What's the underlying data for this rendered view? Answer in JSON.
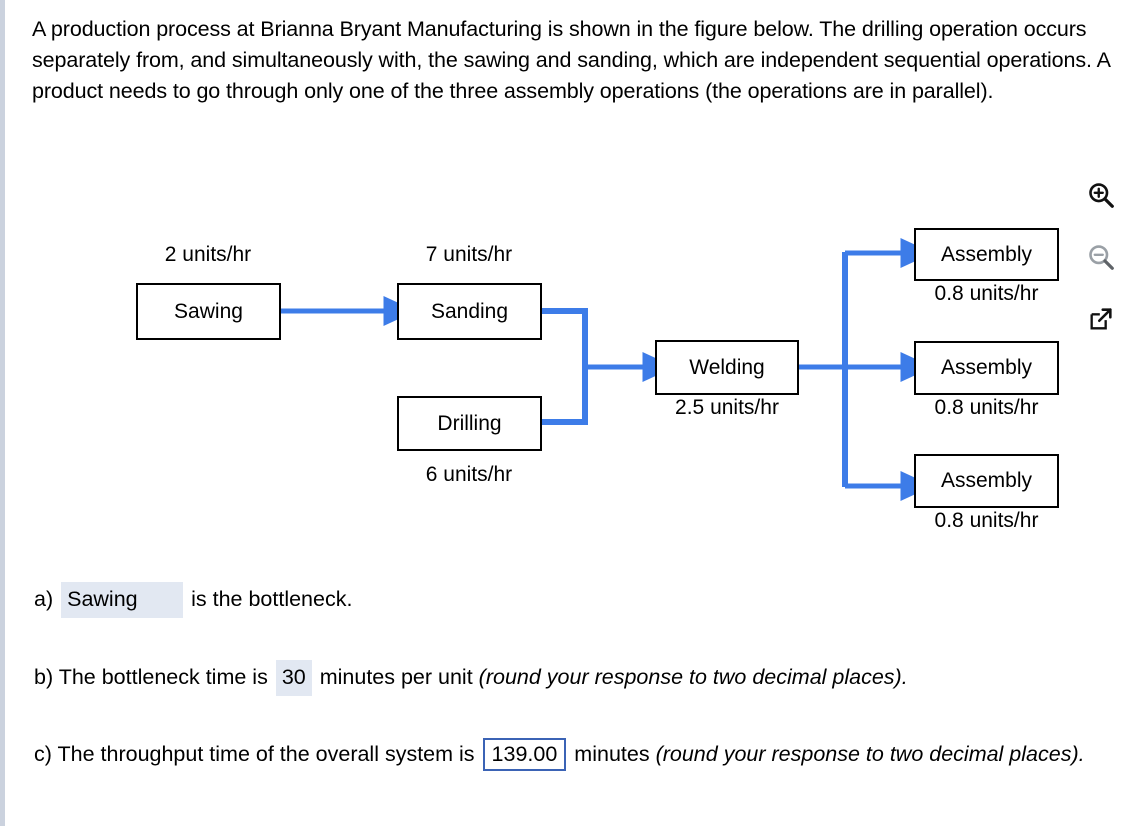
{
  "prompt": {
    "text": "A production process at Brianna Bryant Manufacturing is shown in the figure below. The drilling operation occurs separately from, and simultaneously with, the sawing and sanding, which are independent sequential operations. A product needs to go through only one of the three assembly operations (the operations are in parallel)."
  },
  "diagram": {
    "accent_color": "#3d7ce8",
    "nodes": [
      {
        "id": "sawing",
        "label": "Sawing",
        "rate": "2 units/hr",
        "rate_position": "above"
      },
      {
        "id": "sanding",
        "label": "Sanding",
        "rate": "7 units/hr",
        "rate_position": "above"
      },
      {
        "id": "drilling",
        "label": "Drilling",
        "rate": "6 units/hr",
        "rate_position": "below"
      },
      {
        "id": "welding",
        "label": "Welding",
        "rate": "2.5 units/hr",
        "rate_position": "below"
      },
      {
        "id": "assembly1",
        "label": "Assembly",
        "rate": "0.8 units/hr",
        "rate_position": "below"
      },
      {
        "id": "assembly2",
        "label": "Assembly",
        "rate": "0.8 units/hr",
        "rate_position": "below"
      },
      {
        "id": "assembly3",
        "label": "Assembly",
        "rate": "0.8 units/hr",
        "rate_position": "below"
      }
    ]
  },
  "answers": {
    "a": {
      "prefix": "a)",
      "value": "Sawing",
      "suffix": "is the bottleneck."
    },
    "b": {
      "prefix": "b) The bottleneck time is",
      "value": "30",
      "suffix": "minutes per unit",
      "note": "(round your response to two decimal places)."
    },
    "c": {
      "prefix": "c) The throughput time of the overall system is",
      "value": "139.00",
      "suffix": "minutes",
      "note": "(round your response to two decimal places)."
    }
  },
  "tools": [
    {
      "id": "zoom-in",
      "name": "zoom-in-icon",
      "enabled": true
    },
    {
      "id": "zoom-out",
      "name": "zoom-out-icon",
      "enabled": false
    },
    {
      "id": "expand",
      "name": "open-in-new-icon",
      "enabled": true
    }
  ]
}
